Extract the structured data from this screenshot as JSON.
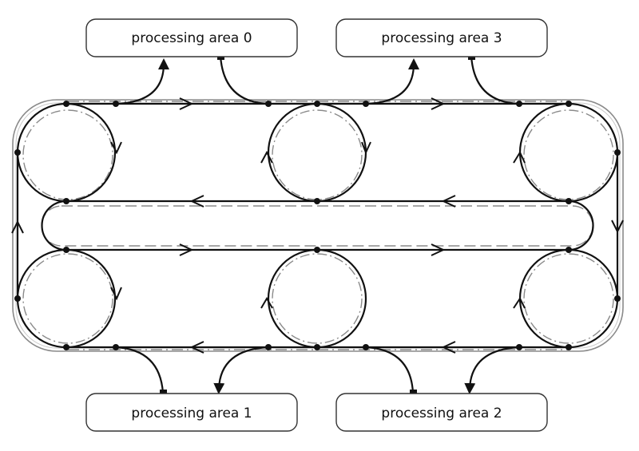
{
  "diagram": {
    "areas": [
      {
        "id": "area-0",
        "label": "processing area 0"
      },
      {
        "id": "area-3",
        "label": "processing area 3"
      },
      {
        "id": "area-1",
        "label": "processing area 1"
      },
      {
        "id": "area-2",
        "label": "processing area 2"
      }
    ],
    "colors": {
      "track": "#111111",
      "guide": "#8a8a8a",
      "outline": "#8a8a8a",
      "box_stroke": "#333333",
      "box_fill": "#ffffff"
    }
  }
}
